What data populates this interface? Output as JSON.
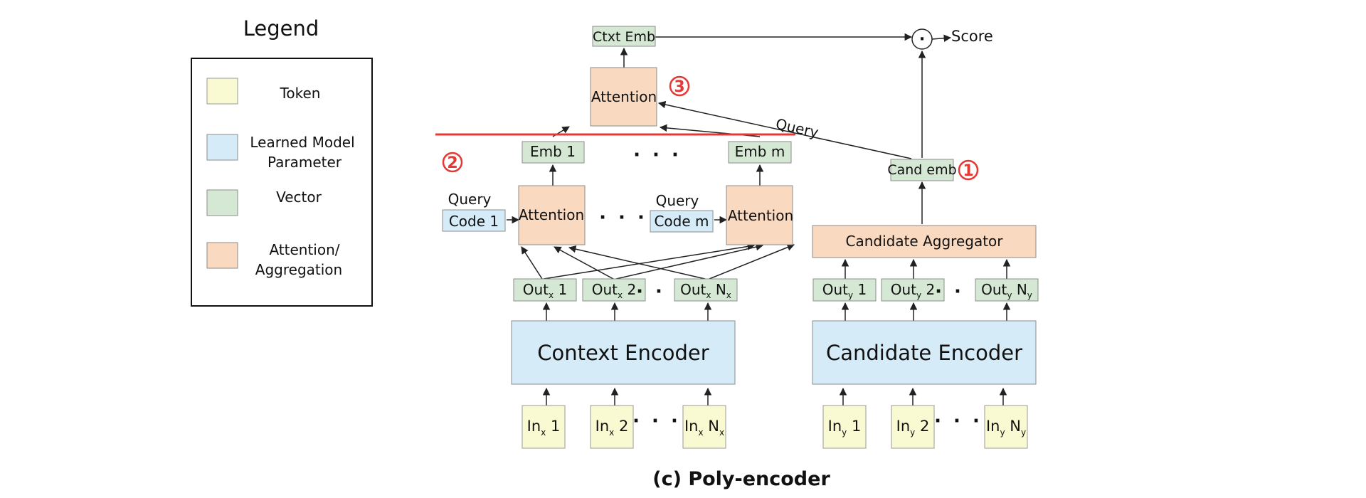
{
  "legend": {
    "title": "Legend",
    "items": [
      {
        "label_lines": [
          "Token"
        ],
        "color": "#fafad2"
      },
      {
        "label_lines": [
          "Learned Model",
          "Parameter"
        ],
        "color": "#d6ebf8"
      },
      {
        "label_lines": [
          "Vector"
        ],
        "color": "#d5e8d4"
      },
      {
        "label_lines": [
          "Attention/",
          "Aggregation"
        ],
        "color": "#f9d9bf"
      }
    ]
  },
  "context_side": {
    "inputs": [
      {
        "main": "In",
        "sub": "x",
        "suffix": " 1"
      },
      {
        "main": "In",
        "sub": "x",
        "suffix": " 2"
      },
      {
        "main": "In",
        "sub": "x",
        "suffix": " N",
        "suffix_sub": "x"
      }
    ],
    "encoder": "Context Encoder",
    "outputs": [
      {
        "main": "Out",
        "sub": "x",
        "suffix": " 1"
      },
      {
        "main": "Out",
        "sub": "x",
        "suffix": " 2"
      },
      {
        "main": "Out",
        "sub": "x",
        "suffix": " N",
        "suffix_sub": "x"
      }
    ],
    "query_label": "Query",
    "codes": [
      "Code 1",
      "Code m"
    ],
    "attention": "Attention",
    "embs": [
      "Emb 1",
      "Emb m"
    ],
    "top_attention": "Attention",
    "ctxt_emb": "Ctxt Emb"
  },
  "candidate_side": {
    "inputs": [
      {
        "main": "In",
        "sub": "y",
        "suffix": " 1"
      },
      {
        "main": "In",
        "sub": "y",
        "suffix": " 2"
      },
      {
        "main": "In",
        "sub": "y",
        "suffix": " N",
        "suffix_sub": "y"
      }
    ],
    "encoder": "Candidate Encoder",
    "outputs": [
      {
        "main": "Out",
        "sub": "y",
        "suffix": " 1"
      },
      {
        "main": "Out",
        "sub": "y",
        "suffix": " 2"
      },
      {
        "main": "Out",
        "sub": "y",
        "suffix": " N",
        "suffix_sub": "y"
      }
    ],
    "aggregator": "Candidate Aggregator",
    "cand_emb": "Cand emb",
    "query_label": "Query"
  },
  "score": {
    "operator": "·",
    "label": "Score"
  },
  "ellipsis": "· · ·",
  "markers": [
    "1",
    "2",
    "3"
  ],
  "accent_color": "#e53935",
  "caption": "(c) Poly-encoder"
}
